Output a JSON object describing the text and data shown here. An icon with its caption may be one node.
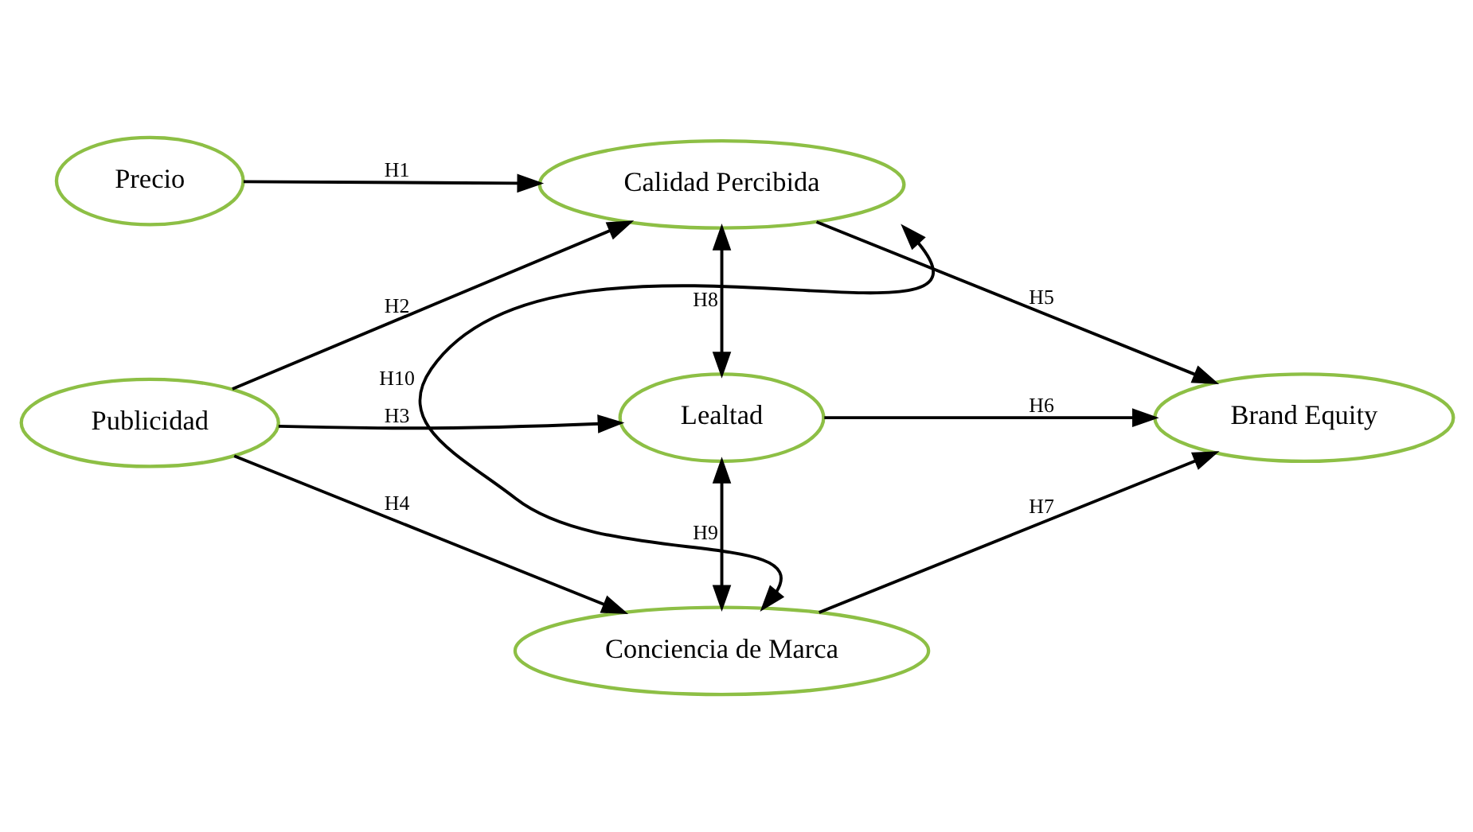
{
  "diagram": {
    "nodes": [
      {
        "text": [
          "Calidad Percibida"
        ]
      },
      {
        "text": [
          "Precio"
        ]
      },
      {
        "text": [
          "Lealtad"
        ]
      },
      {
        "text": [
          "Brand Equity"
        ]
      },
      {
        "text": [
          "Publicidad"
        ]
      },
      {
        "text": [
          "Conciencia de Marca"
        ]
      }
    ],
    "edges": [
      {
        "from": 1,
        "to": 0,
        "arrow": "to",
        "label": "H1"
      },
      {
        "from": 4,
        "to": 0,
        "arrow": "to",
        "label": "H2"
      },
      {
        "from": 4,
        "to": 2,
        "arrow": "to",
        "label": "H3"
      },
      {
        "from": 4,
        "to": 5,
        "arrow": "to",
        "label": "H4"
      },
      {
        "from": 0,
        "to": 3,
        "arrow": "to",
        "label": "H5"
      },
      {
        "from": 2,
        "to": 3,
        "arrow": "to",
        "label": "H6"
      },
      {
        "from": 5,
        "to": 3,
        "arrow": "to",
        "label": "H7"
      },
      {
        "from": 0,
        "to": 2,
        "arrow": "both",
        "label": "H8"
      },
      {
        "from": 2,
        "to": 5,
        "arrow": "both",
        "label": "H9"
      },
      {
        "from": 0,
        "to": 5,
        "arrow": "both",
        "label": "H10"
      }
    ]
  }
}
